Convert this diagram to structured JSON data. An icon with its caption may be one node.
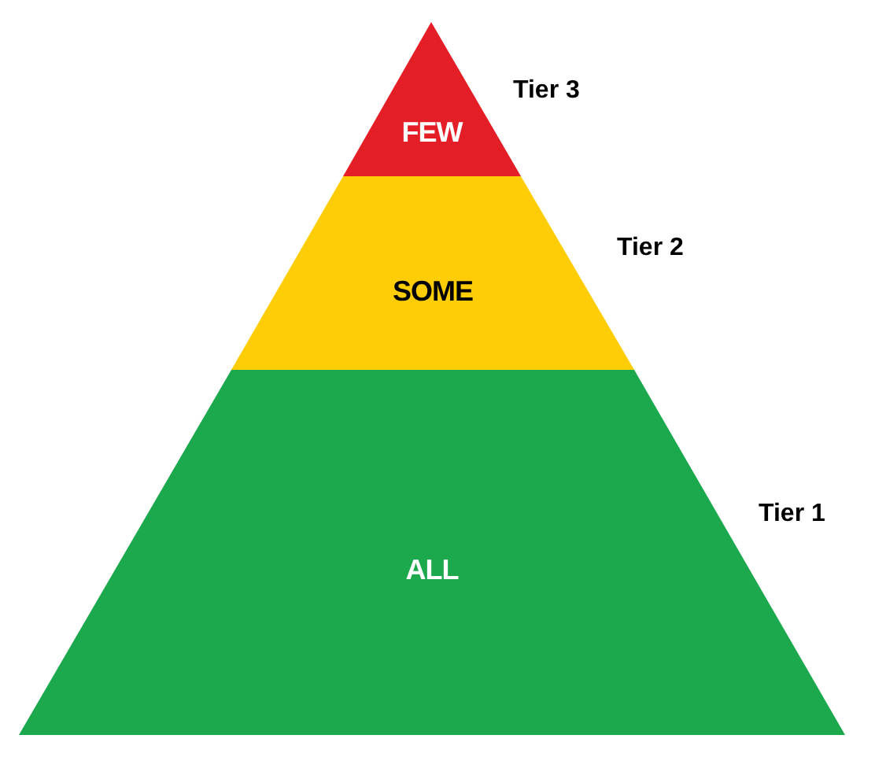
{
  "diagram": {
    "nodes": [
      {
        "text": [
          "FEW"
        ],
        "beside": [
          "Tier 3"
        ]
      },
      {
        "text": [
          "SOME"
        ],
        "beside": [
          "Tier 2"
        ]
      },
      {
        "text": [
          "ALL"
        ],
        "beside": [
          "Tier 1"
        ]
      }
    ]
  }
}
